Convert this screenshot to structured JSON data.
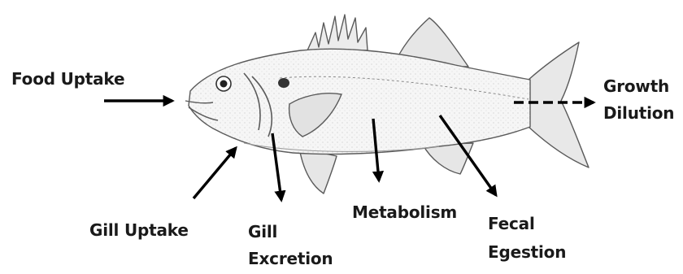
{
  "labels": {
    "food_uptake": "Food Uptake",
    "gill_uptake": "Gill Uptake",
    "gill_excretion": [
      "Gill",
      "Excretion"
    ],
    "metabolism": "Metabolism",
    "fecal_egestion": [
      "Fecal",
      "Egestion"
    ],
    "growth_dilution": [
      "Growth",
      "Dilution"
    ]
  },
  "colors": {
    "arrow": "#000000",
    "fish_outline": "#5a5a5a",
    "fish_body": "#f4f4f4",
    "fin_fill": "#e8e8e8",
    "text": "#1a1a1a"
  },
  "icons": {
    "fish": "fish-illustration",
    "arrows": "arrow-icon"
  }
}
